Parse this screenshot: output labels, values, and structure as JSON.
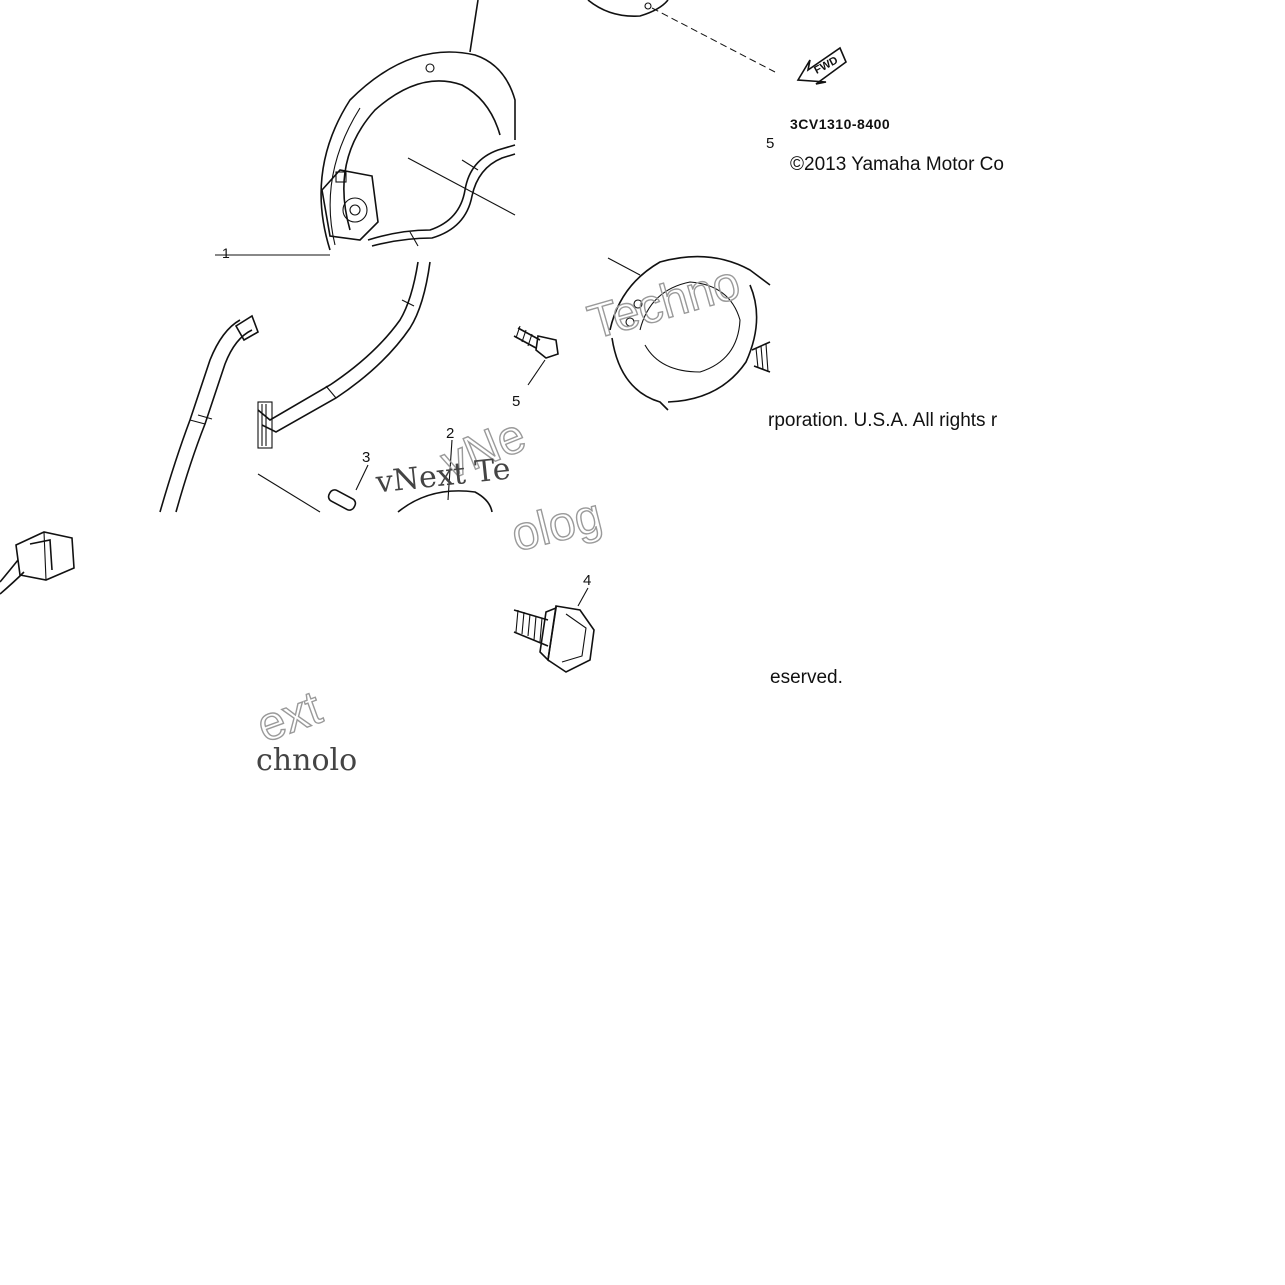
{
  "diagram": {
    "part_code": "3CV1310-8400",
    "copyright_line1": "©2013 Yamaha Motor Co",
    "copyright_line2": "rporation. U.S.A. All rights r",
    "copyright_line3": "eserved.",
    "fwd_label": "FWD",
    "callouts": {
      "c1": "1",
      "c2": "2",
      "c3": "3",
      "c4": "4",
      "c5": "5",
      "c5b": "5"
    },
    "watermarks": {
      "w1": "vNe",
      "w2": "vNext Te",
      "w3": "Techno",
      "w4": "ext",
      "w5": "chnolo",
      "w6": "olog"
    },
    "colors": {
      "ink": "#111111",
      "watermark": "#9a9a9a",
      "background": "#ffffff"
    }
  }
}
